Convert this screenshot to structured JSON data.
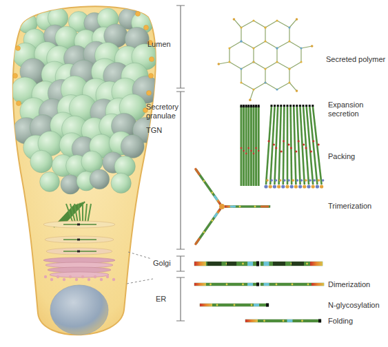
{
  "diagram": {
    "labels": [
      "Lumen",
      "Secretory granulae",
      "TGN",
      "Golgi",
      "ER",
      "Secreted polymer",
      "Expansion secretion",
      "Packing",
      "Trimerization",
      "Dimerization",
      "N-glycosylation",
      "Folding"
    ]
  }
}
